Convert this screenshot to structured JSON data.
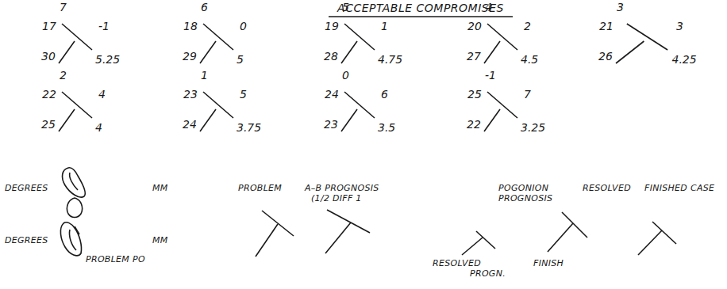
{
  "diagram": {
    "title": "ACCEPTABLE COMPROMISES",
    "labels": [
      "7",
      "17",
      "-1",
      "30",
      "5.25",
      "6",
      "18",
      "0",
      "29",
      "5",
      "5",
      "19",
      "1",
      "28",
      "4.75",
      "4",
      "20",
      "2",
      "27",
      "4.5",
      "3",
      "21",
      "3",
      "26",
      "4.25",
      "2",
      "22",
      "4",
      "25",
      "4",
      "1",
      "23",
      "5",
      "24",
      "3.75",
      "0",
      "24",
      "6",
      "23",
      "3.5",
      "-1",
      "25",
      "7",
      "22",
      "3.25",
      "DEGREES",
      "MM",
      "PROBLEM",
      "A–B PROGNOSIS",
      "POGONION",
      "RESOLVED",
      "FINISHED CASE",
      "(1/2 DIFF 1",
      "PROGNOSIS",
      "DEGREES",
      "MM",
      "PROBLEM PO",
      "RESOLVED",
      "FINISH",
      "PROGN."
    ]
  }
}
